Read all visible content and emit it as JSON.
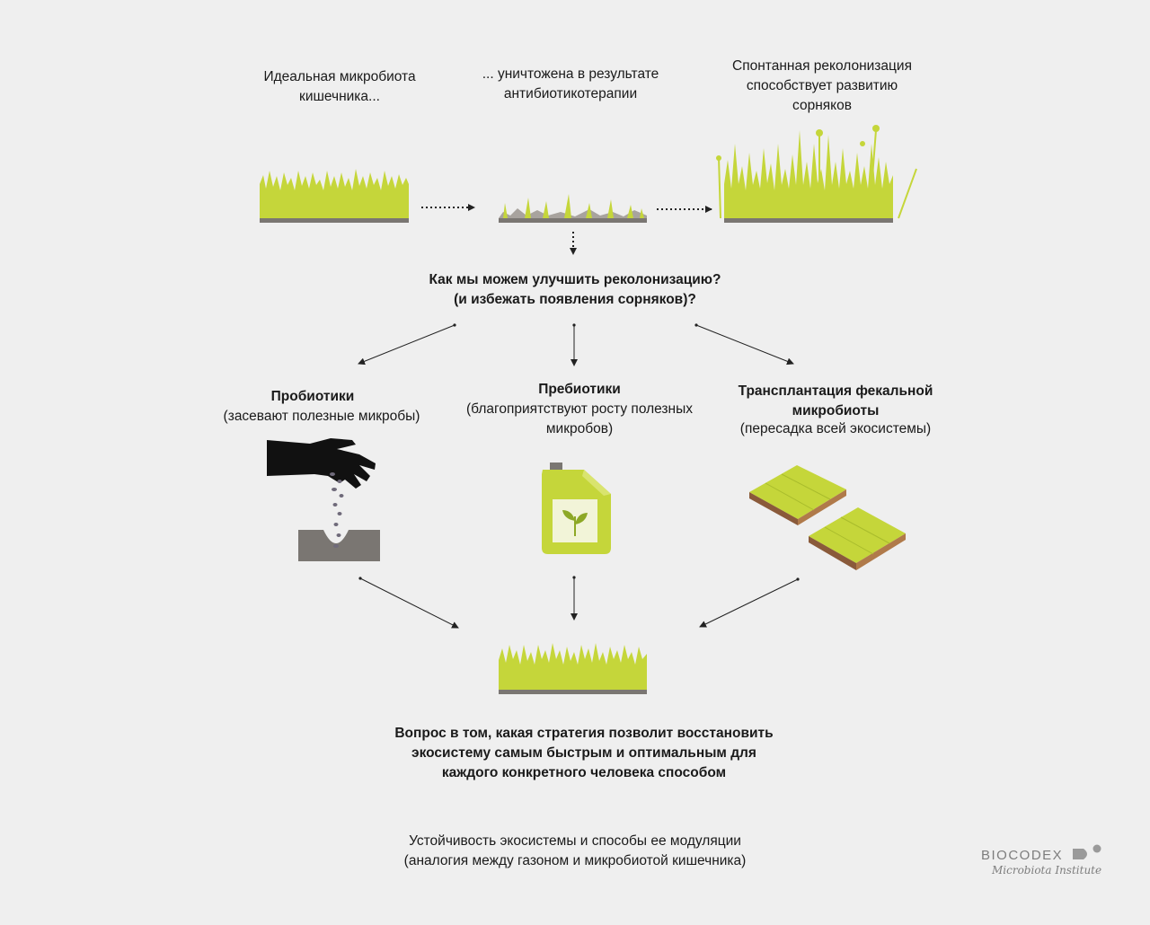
{
  "top": {
    "ideal": "Идеальная микробиота\nкишечника...",
    "destroyed": "... уничтожена в результате\nантибиотикотерапии",
    "spontaneous": "Спонтанная реколонизация\nспособствует развитию\nсорняков"
  },
  "question": "Как мы можем улучшить реколонизацию?\n(и избежать появления сорняков)?",
  "options": {
    "probiotics": {
      "title": "Пробиотики",
      "desc": "(засевают полезные микробы)"
    },
    "prebiotics": {
      "title": "Пребиотики",
      "desc": "(благоприятствуют росту полезных\nмикробов)"
    },
    "fmt": {
      "title": "Трансплантация фекальной\nмикробиоты",
      "desc": "(пересадка всей экосистемы)"
    }
  },
  "conclusion": "Вопрос в том, какая стратегия позволит восстановить\nэкосистему самым быстрым и оптимальным для\nкаждого конкретного человека способом",
  "caption": "Устойчивость экосистемы и способы ее модуляции\n(аналогия между газоном и микробиотой кишечника)",
  "logo": {
    "brand": "BIOCODEX",
    "sub": "Microbiota Institute"
  },
  "colors": {
    "grass": "#c5d63a",
    "soil": "#7a7672",
    "arrow": "#222222",
    "ink": "#1a1a1a"
  }
}
